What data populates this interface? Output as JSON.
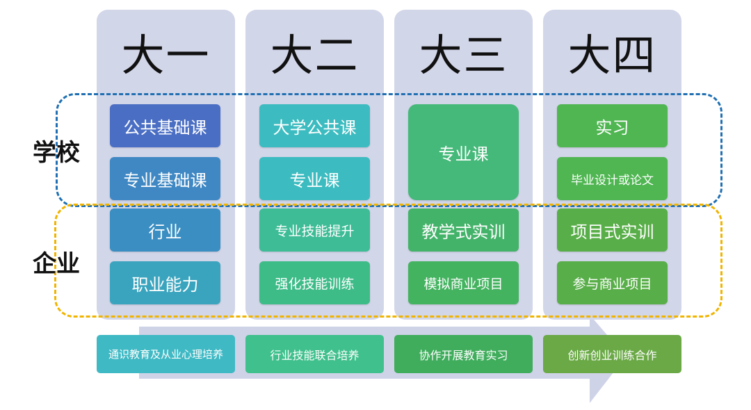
{
  "row_labels": {
    "school": "学校",
    "enterprise": "企业"
  },
  "years": [
    {
      "title": "大一",
      "school": [
        "公共基础课",
        "专业基础课"
      ],
      "enterprise": [
        "行业",
        "职业能力"
      ]
    },
    {
      "title": "大二",
      "school": [
        "大学公共课",
        "专业课"
      ],
      "enterprise": [
        "专业技能提升",
        "强化技能训练"
      ]
    },
    {
      "title": "大三",
      "school": [
        "专业课"
      ],
      "enterprise": [
        "教学式实训",
        "模拟商业项目"
      ]
    },
    {
      "title": "大四",
      "school": [
        "实习",
        "毕业设计或论文"
      ],
      "enterprise": [
        "项目式实训",
        "参与商业项目"
      ]
    }
  ],
  "stages": [
    "通识教育及从业心理培养",
    "行业技能联合培养",
    "协作开展教育实习",
    "创新创业训练合作"
  ],
  "colors": {
    "column_bg": "#d2d6e9",
    "school_border": "#1f6fb2",
    "enterprise_border": "#f0b400",
    "arrow": "#cfd3e8"
  }
}
